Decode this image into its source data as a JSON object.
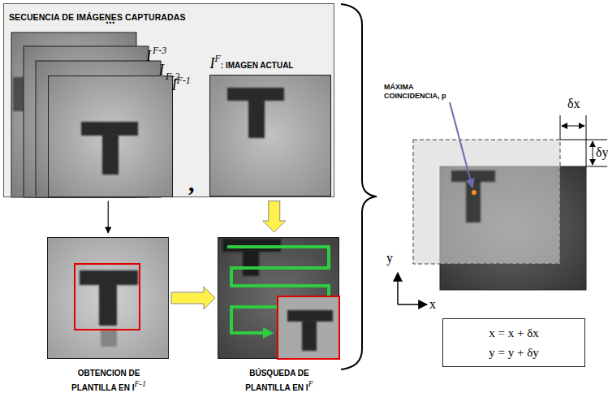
{
  "diagram": {
    "nodes": [
      {
        "text": [
          "SECUENCIA DE IMÁGENES CAPTURADAS"
        ]
      },
      {
        "text": [
          "I",
          "F-1"
        ],
        "in": 0
      },
      {
        "text": [
          "I",
          "F",
          ": IMAGEN ACTUAL"
        ],
        "in": 0
      },
      {
        "text": [
          "OBTENCION DE PLANTILLA EN I",
          "F-1"
        ]
      },
      {
        "text": [
          "BÚSQUEDA DE PLANTILLA EN I",
          "F"
        ]
      },
      {
        "text": [
          "x = x + δx",
          "y = y + δy"
        ]
      }
    ],
    "edges": [
      {
        "from": 1,
        "to": 3,
        "arrow": "to"
      },
      {
        "from": 2,
        "to": 4,
        "arrow": "to"
      },
      {
        "from": 3,
        "to": 4,
        "arrow": "to"
      }
    ],
    "labels": [
      "...",
      "I",
      "F-3",
      "I",
      "F-2",
      ",",
      "MÁXIMA COINCIDENCIA, p",
      "δx",
      "δy",
      "y",
      "x"
    ]
  }
}
